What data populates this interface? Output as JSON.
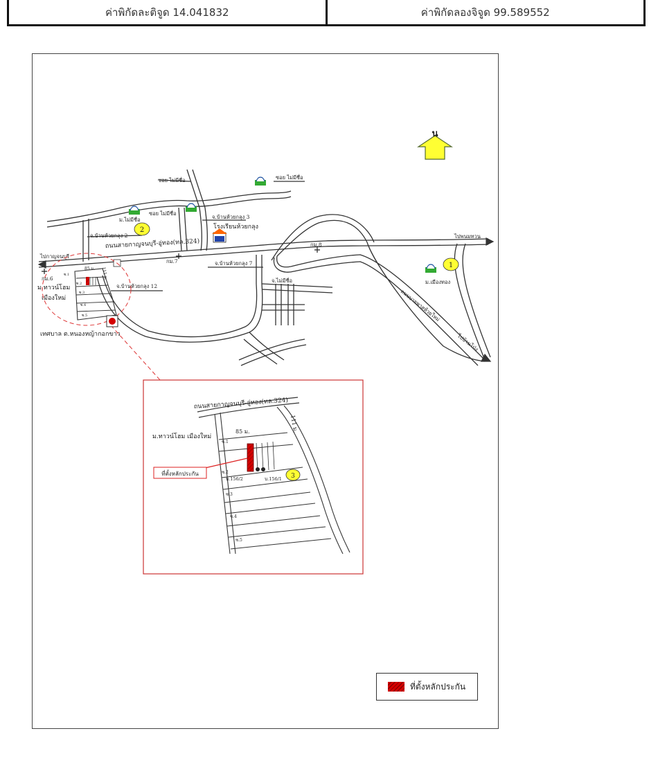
{
  "coordinates": {
    "latitude_label": "ค่าพิกัดละติจูด 14.041832",
    "longitude_label": "ค่าพิกัดลองจิจูด 99.589552"
  },
  "map": {
    "north_label": "น",
    "labels": {
      "soi_mai_mi_chue_1": "ซอย ไม่มีชื่อ",
      "soi_mai_mi_chue_2": "ซอย ไม่มีชื่อ",
      "soi_mai_mi_chue_3": "ซอย ไม่มีชื่อ",
      "moo_mai_mi_chue": "ม.ไม่มีชื่อ",
      "ban_huai_kaluang_3": "จ.บ้านห้วยกลุง 3",
      "school": "โรงเรียนห้วยกลุง",
      "ban_huai_kaluang_2": "จ.บ้านห้วยกลุง 2",
      "main_road": "ถนนสายกาญจนบุรี-อู่ทอง(ทล.324)",
      "to_kanchanaburi": "ไปกาญจนบุรี",
      "km6": "กม.6",
      "km7": "กม.7",
      "km8": "กม.8",
      "to_phanom_thuan": "ไปพนมทวน",
      "muang_thong": "ม.เมืองทอง",
      "ban_huai_kaluang_7": "จ.บ้านห้วยกลุง 7",
      "ban_huai_kaluang_12": "จ.บ้านห้วยกลุง 12",
      "soi_mai_mi_chue_4": "จ.ไม่มีชื่อ",
      "town_home_1": "ม.ทาวน์โฮม",
      "town_home_2": "เมืองใหม่",
      "municipality": "เทศบาล ต.หนองหญ้ากอกขาว",
      "bypass": "ถนนบายพาสห้วยใหม่",
      "to_ban_pong": "ไปบ้านโป่ง",
      "dist_85": "85 ม.",
      "dist_111": "111 ม.",
      "soi_1": "ซ.1",
      "soi_2": "ซ.2",
      "soi_3": "ซ.3",
      "soi_4": "ซ.4",
      "soi_5": "ซ.5",
      "inset_main_road": "ถนนสายกาญจนบุรี-อู่ทอง(ทล.324)",
      "inset_village": "ม.ทาวน์โฮม เมืองใหม่",
      "inset_dist_85": "85 ม.",
      "inset_dist_111": "111 ม.",
      "collateral_label": "ที่ตั้งหลักประกัน",
      "plot_156_2": "บ.156/2",
      "plot_156_1": "บ.156/1"
    },
    "markers": {
      "m1": "1",
      "m2": "2",
      "m3": "3"
    },
    "colors": {
      "collateral": "#d40000",
      "north_arrow": "#ffff00",
      "marker_fill": "#ffff00",
      "inset_border": "#cc3333"
    }
  },
  "legend": {
    "label": "ที่ตั้งหลักประกัน"
  }
}
